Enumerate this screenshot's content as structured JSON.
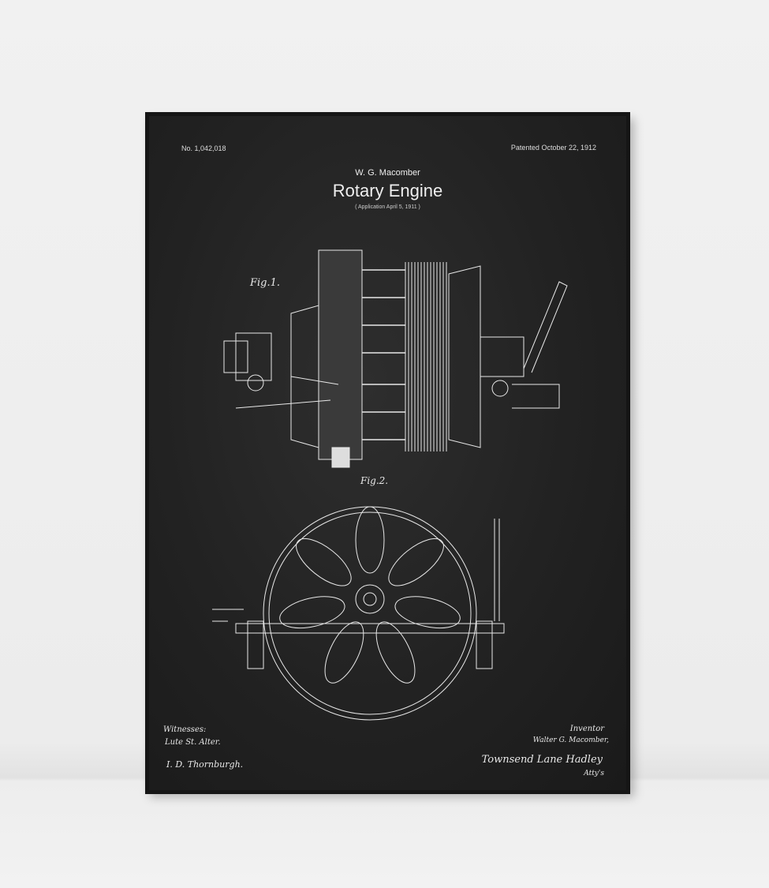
{
  "poster": {
    "patent_number": "No. 1,042,018",
    "patent_date": "Patented October 22, 1912",
    "inventor_name": "W. G. Macomber",
    "title": "Rotary Engine",
    "application": "( Application  April 5, 1911 )",
    "fig1_label": "Fig.1.",
    "fig2_label": "Fig.2.",
    "witnesses_label": "Witnesses:",
    "witness_1": "Lute St. Alter.",
    "witness_2": "I. D. Thornburgh.",
    "inventor_label": "Inventor",
    "inventor_signature": "Walter G. Macomber,",
    "attorney_signature": "Townsend Lane Hadley",
    "attorney_label": "Atty's"
  },
  "colors": {
    "wall": "#f0f0f0",
    "frame": "#151515",
    "chalkboard": "#262626",
    "ink": "#eeeeee"
  }
}
